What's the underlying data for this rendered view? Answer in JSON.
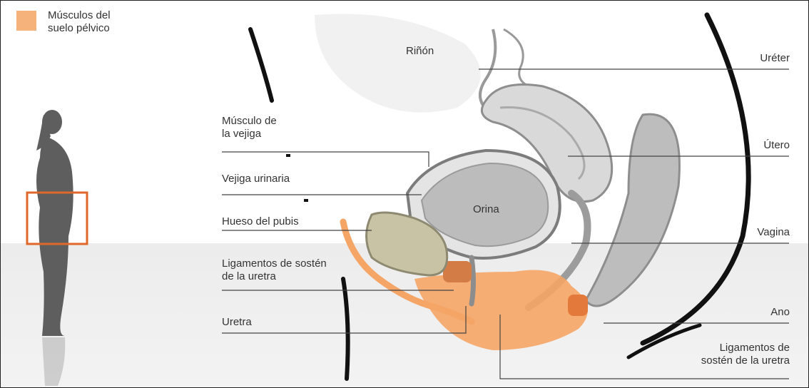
{
  "legend": {
    "label": "Músculos del\nsuelo pélvico",
    "swatch_color": "#f5b27a"
  },
  "labels": {
    "rinon": "Riñón",
    "orina": "Orina",
    "musculo_vejiga": "Músculo de\nla vejiga",
    "vejiga_urinaria": "Vejiga urinaria",
    "hueso_pubis": "Hueso del pubis",
    "ligamentos_uretra_left": "Ligamentos de sostén\nde la uretra",
    "uretra": "Uretra",
    "ureter": "Uréter",
    "utero": "Útero",
    "vagina": "Vagina",
    "ano": "Ano",
    "ligamentos_uretra_right": "Ligamentos de\nsostén de la uretra"
  },
  "colors": {
    "highlight_box": "#e0692a",
    "muscle": "#f5a566",
    "organ_gray": "#b9b9b9",
    "bone": "#c9c3a5",
    "silhouette": "#5e5e5e"
  }
}
